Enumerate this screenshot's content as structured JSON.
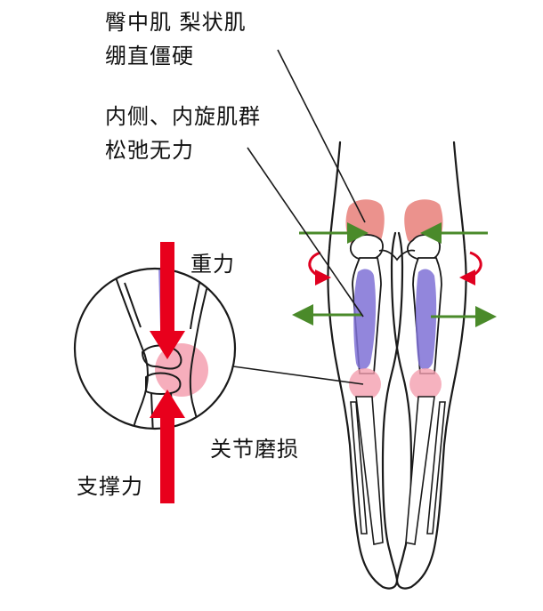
{
  "labels": {
    "glute_line1": "臀中肌 梨状肌",
    "glute_line2": "绷直僵硬",
    "inner_line1": "内侧、内旋肌群",
    "inner_line2": "松弛无力",
    "gravity": "重力",
    "support": "支撑力",
    "joint_wear": "关节磨损"
  },
  "colors": {
    "gravity_arrow": "#e8001c",
    "muscle_tension": "#e8807a",
    "muscle_weak": "#7f72d6",
    "joint_highlight": "#f5a0b0",
    "force_arrow": "#4a8a2a",
    "rotation_arrow": "#e00020",
    "outline": "#1a1a1a"
  }
}
